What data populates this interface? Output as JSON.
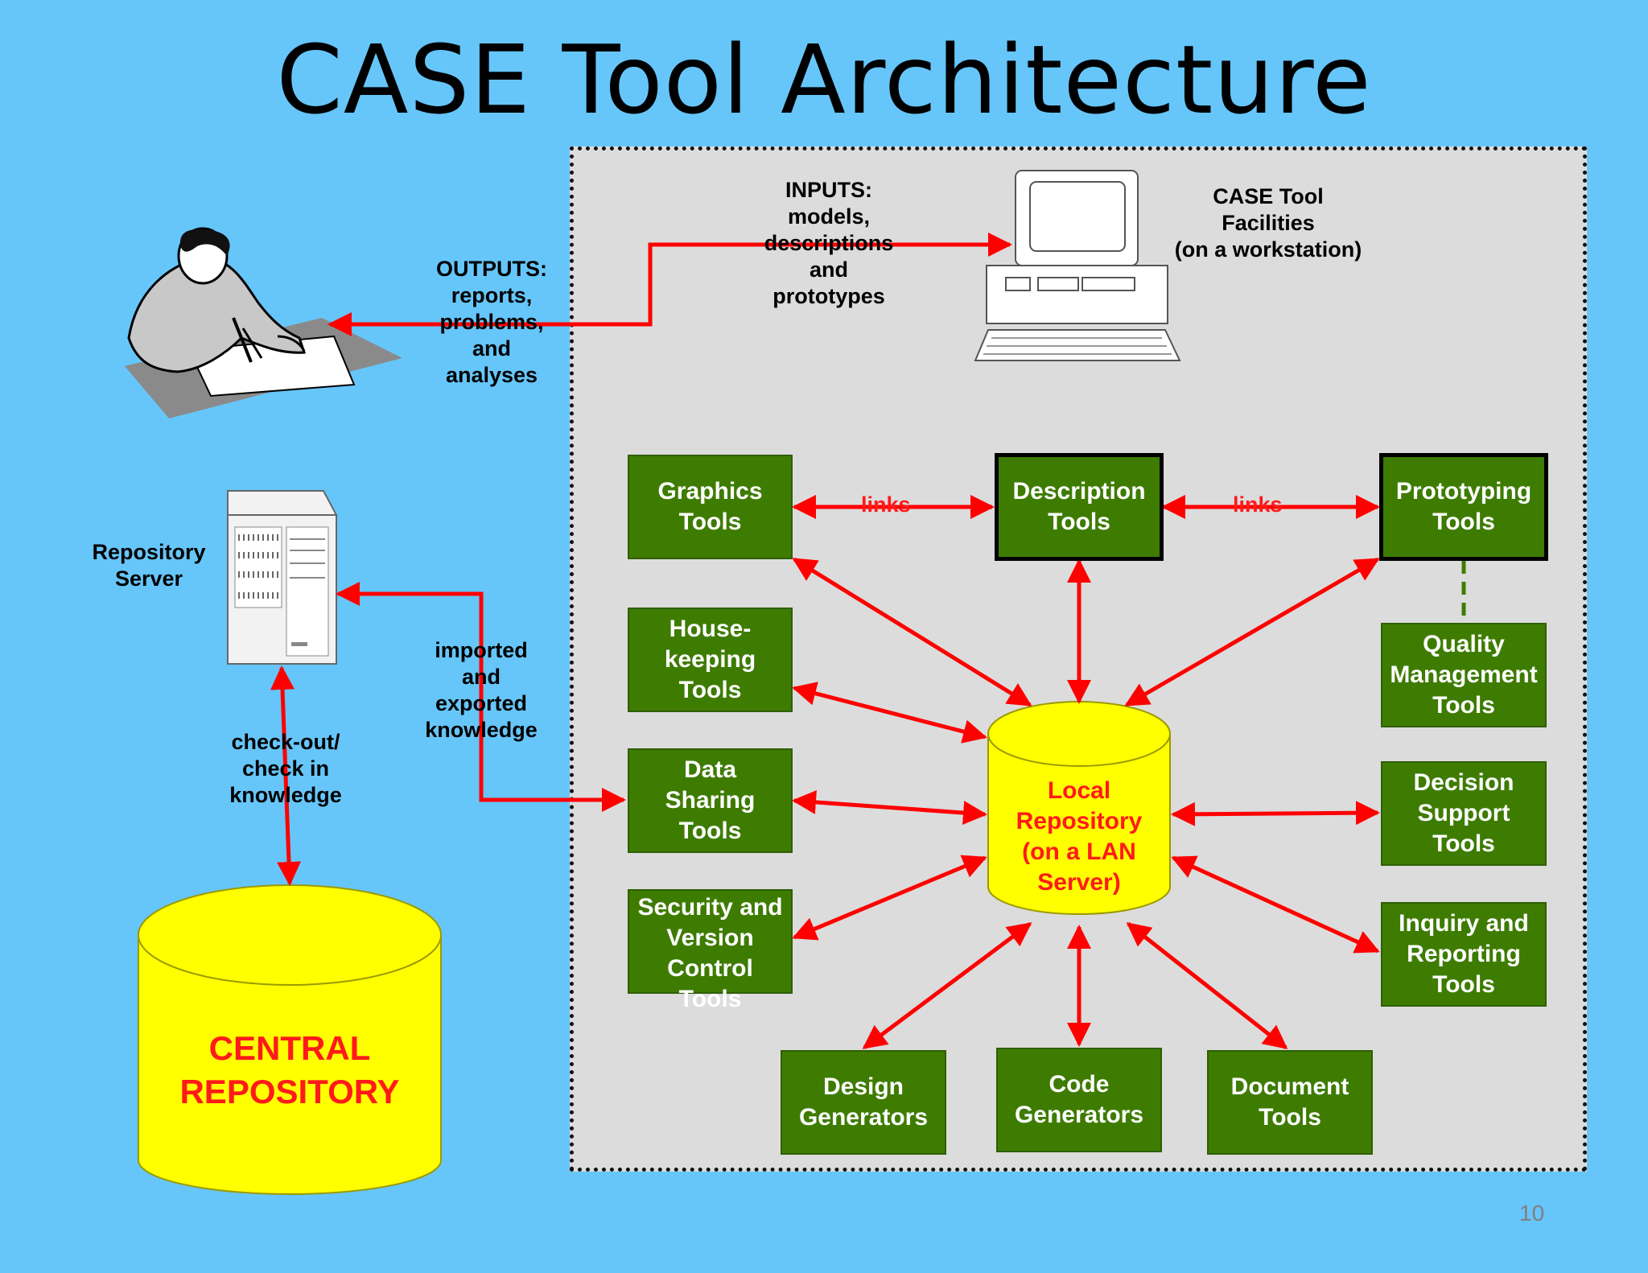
{
  "title": "CASE Tool Architecture",
  "page_number": "10",
  "workstation": {
    "label": "CASE Tool\nFacilities\n(on a workstation)"
  },
  "inputs_label": "INPUTS:\nmodels,\ndescriptions\nand\nprototypes",
  "outputs_label": "OUTPUTS:\nreports,\nproblems,\nand\nanalyses",
  "repository_server_label": "Repository\nServer",
  "checkout_label": "check-out/\ncheck in\nknowledge",
  "imported_label": "imported\nand\nexported\nknowledge",
  "links_label": "links",
  "central_repository": "CENTRAL\nREPOSITORY",
  "local_repository": "Local\nRepository\n(on a LAN\nServer)",
  "tools": {
    "graphics": "Graphics\nTools",
    "description": "Description\nTools",
    "prototyping": "Prototyping\nTools",
    "housekeeping": "House-\nkeeping\nTools",
    "quality": "Quality\nManagement\nTools",
    "data_sharing": "Data\nSharing\nTools",
    "decision": "Decision\nSupport\nTools",
    "security": "Security and\nVersion\nControl\nTools",
    "inquiry": "Inquiry and\nReporting\nTools",
    "design": "Design\nGenerators",
    "code": "Code\nGenerators",
    "document": "Document\nTools"
  },
  "colors": {
    "background": "#66c6fa",
    "tool_box": "#3e7c01",
    "arrow": "#ff0000",
    "cylinder": "#ffff00",
    "region": "#dcdcdc"
  }
}
